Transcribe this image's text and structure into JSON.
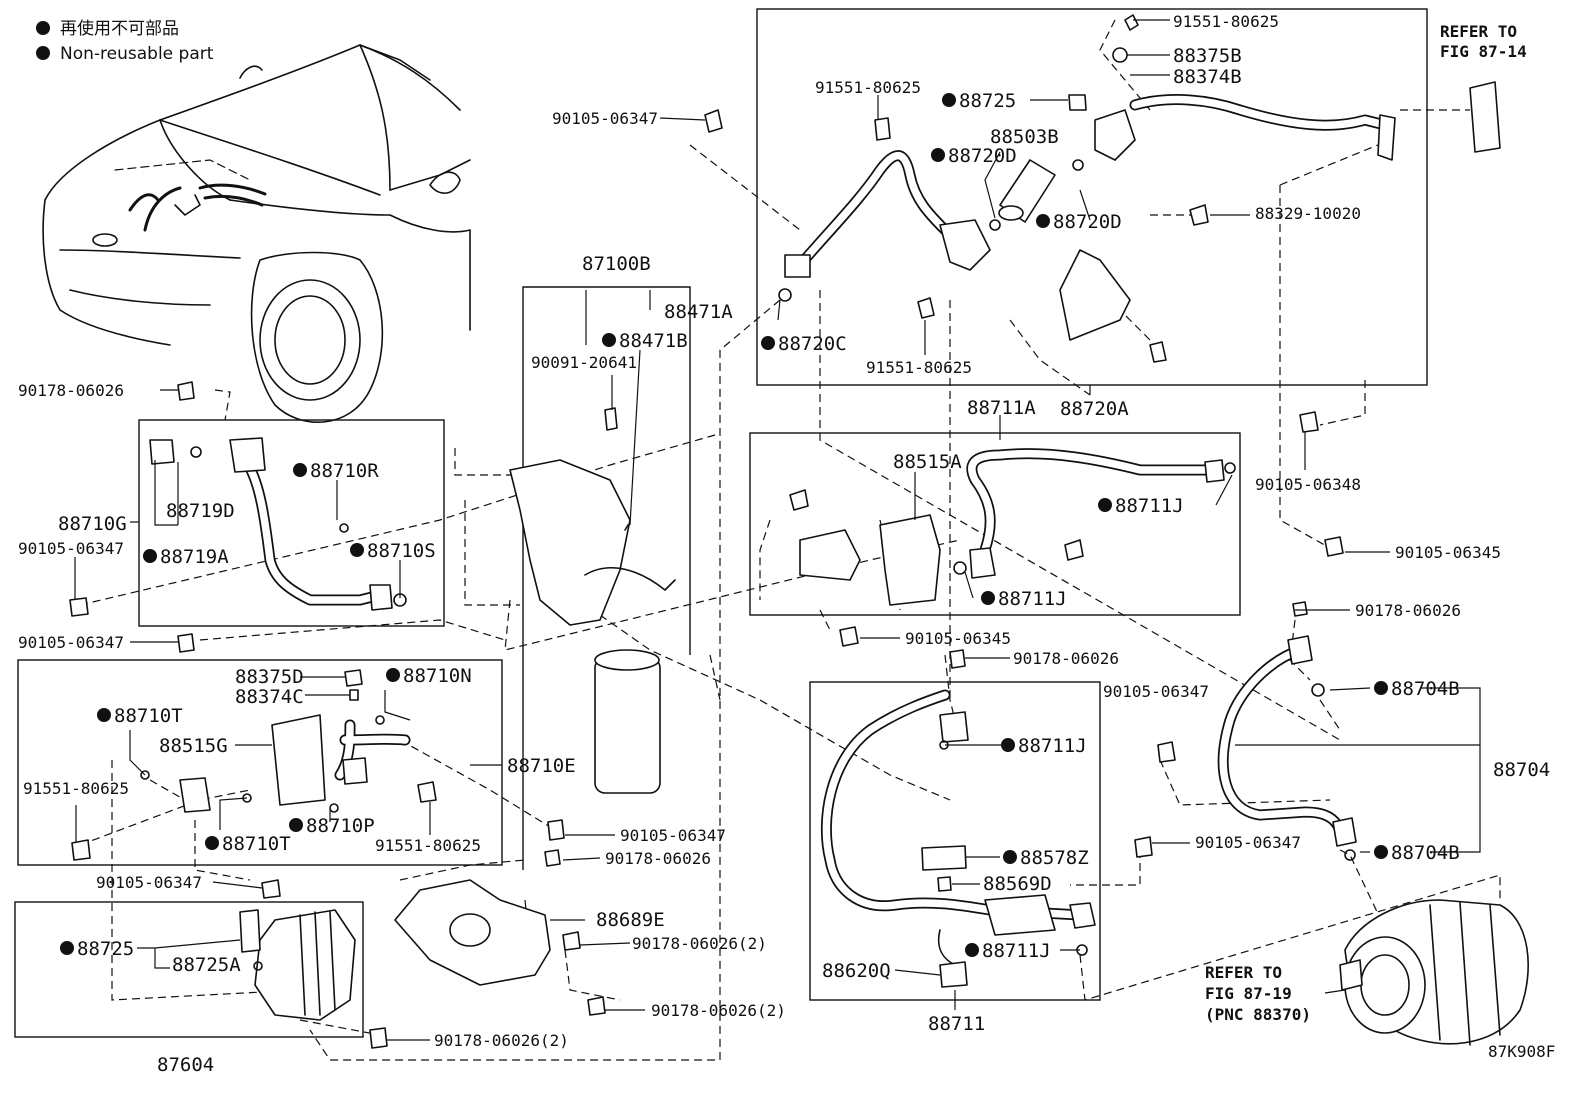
{
  "legend": {
    "jp": "再使用不可部品",
    "en": "Non-reusable part"
  },
  "refer_top": [
    "REFER TO",
    "FIG 87-14"
  ],
  "refer_bottom": [
    "REFER TO",
    "FIG 87-19",
    "(PNC 88370)"
  ],
  "figure_code": "87K908F",
  "labels": {
    "l_91551_80625_a": "91551-80625",
    "l_88375B": "88375B",
    "l_88374B": "88374B",
    "l_91551_80625_b": "91551-80625",
    "l_88725_a": "88725",
    "l_88503B": "88503B",
    "l_88720D_a": "88720D",
    "l_88720D_b": "88720D",
    "l_88329_10020": "88329-10020",
    "l_90105_06347_a": "90105-06347",
    "l_88720C": "88720C",
    "l_91551_80625_c": "91551-80625",
    "l_88720A": "88720A",
    "l_87100B": "87100B",
    "l_88471A": "88471A",
    "l_88471B": "88471B",
    "l_90091_20641": "90091-20641",
    "l_90178_06026_a": "90178-06026",
    "l_88710R": "88710R",
    "l_88719D": "88719D",
    "l_88710G": "88710G",
    "l_90105_06347_b": "90105-06347",
    "l_88710S": "88710S",
    "l_88719A": "88719A",
    "l_90105_06347_c": "90105-06347",
    "l_88711A": "88711A",
    "l_88515A": "88515A",
    "l_88711J_a": "88711J",
    "l_88711J_b": "88711J",
    "l_90105_06348": "90105-06348",
    "l_90105_06345_a": "90105-06345",
    "l_90105_06345_b": "90105-06345",
    "l_90178_06026_b": "90178-06026",
    "l_90178_06026_c": "90178-06026",
    "l_88375D": "88375D",
    "l_88374C": "88374C",
    "l_88710N": "88710N",
    "l_88710T_a": "88710T",
    "l_88515G": "88515G",
    "l_88710E": "88710E",
    "l_91551_80625_d": "91551-80625",
    "l_88710P": "88710P",
    "l_88710T_b": "88710T",
    "l_91551_80625_e": "91551-80625",
    "l_90105_06347_d": "90105-06347",
    "l_90178_06026_d": "90178-06026",
    "l_90105_06347_e": "90105-06347",
    "l_88725_b": "88725",
    "l_88725A": "88725A",
    "l_87604": "87604",
    "l_88689E": "88689E",
    "l_90178_06026_2a": "90178-06026(2)",
    "l_90178_06026_2b": "90178-06026(2)",
    "l_90178_06026_2c": "90178-06026(2)",
    "l_90105_06347_f": "90105-06347",
    "l_88704B_a": "88704B",
    "l_88704": "88704",
    "l_88704B_b": "88704B",
    "l_88711J_c": "88711J",
    "l_90105_06347_g": "90105-06347",
    "l_88578Z": "88578Z",
    "l_88569D": "88569D",
    "l_88711J_d": "88711J",
    "l_88620Q": "88620Q",
    "l_88711": "88711"
  }
}
